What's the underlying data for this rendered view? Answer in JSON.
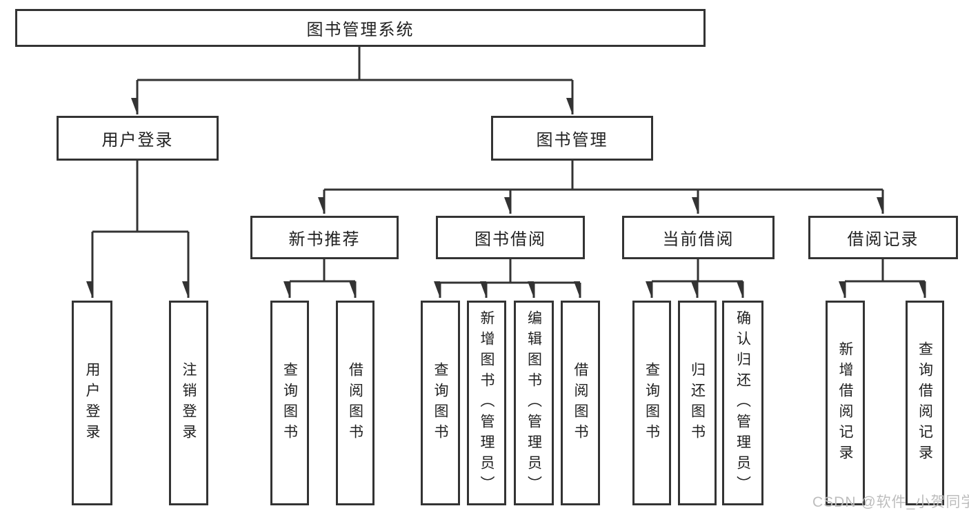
{
  "diagram": {
    "title_box": "图书管理系统",
    "branches": [
      {
        "label": "用户登录",
        "children": [
          "用户登录",
          "注销登录"
        ]
      },
      {
        "label": "图书管理",
        "sub_branches": [
          {
            "label": "新书推荐",
            "children": [
              "查询图书",
              "借阅图书"
            ]
          },
          {
            "label": "图书借阅",
            "children": [
              "查询图书",
              "新增图书（管理员）",
              "编辑图书（管理员）",
              "借阅图书"
            ]
          },
          {
            "label": "当前借阅",
            "children": [
              "查询图书",
              "归还图书",
              "确认归还（管理员）"
            ]
          },
          {
            "label": "借阅记录",
            "children": [
              "新增借阅记录",
              "查询借阅记录"
            ]
          }
        ]
      }
    ]
  },
  "watermark": "CSDN @软件_小贺同学",
  "colors": {
    "line": "#333333",
    "box_border": "#333333",
    "box_fill": "#ffffff",
    "text": "#212121",
    "watermark": "#bdbdbd",
    "background": "#ffffff"
  }
}
